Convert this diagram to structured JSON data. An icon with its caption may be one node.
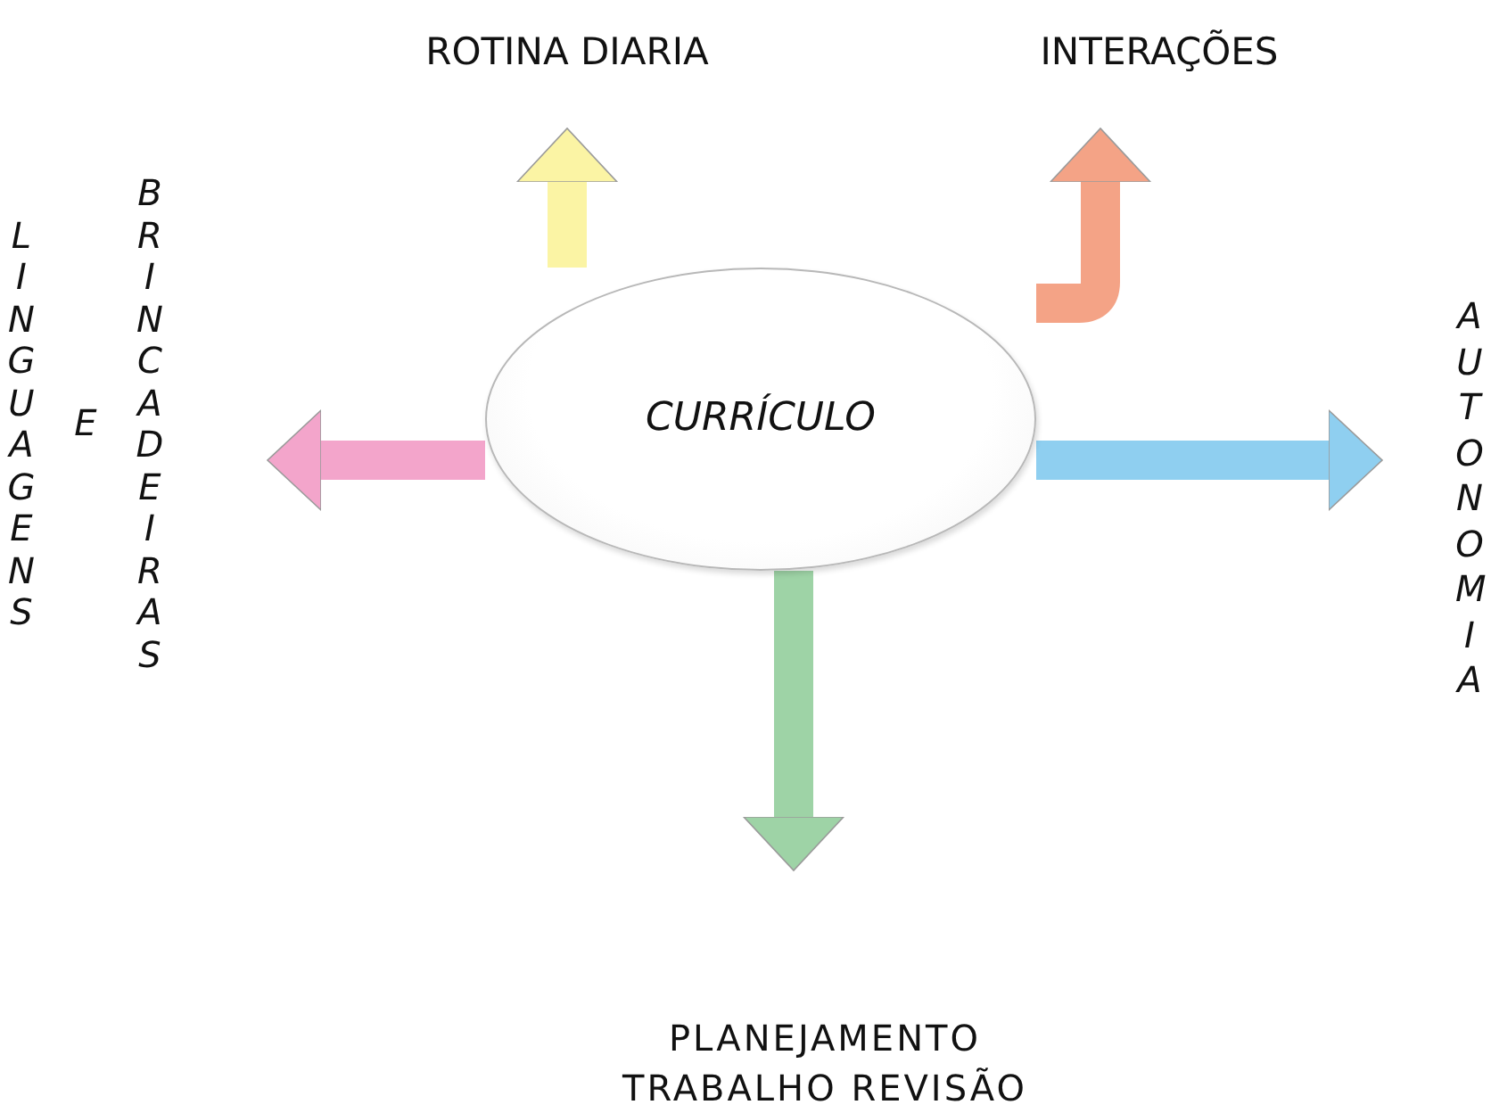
{
  "diagram": {
    "nodes": [
      {
        "text": [
          "CURRÍCULO"
        ]
      },
      {
        "text": [
          "ROTINA DIARIA"
        ]
      },
      {
        "text": [
          "INTERAÇÕES"
        ]
      },
      {
        "text": [
          "AUTONOMIA"
        ]
      },
      {
        "text": [
          "PLANEJAMENTO TRABALHO REVISÃO"
        ]
      },
      {
        "text": [
          "LINGUAGENS E BRINCADEIRAS"
        ]
      }
    ],
    "edges": [
      {
        "from": 0,
        "to": 1,
        "arrow": "to",
        "color": "#fbf4a4"
      },
      {
        "from": 0,
        "to": 2,
        "arrow": "to",
        "color": "#f4a386"
      },
      {
        "from": 0,
        "to": 5,
        "arrow": "to",
        "color": "#f3a5cb"
      },
      {
        "from": 0,
        "to": 3,
        "arrow": "to",
        "color": "#8fcff0"
      },
      {
        "from": 0,
        "to": 4,
        "arrow": "to",
        "color": "#9ed3a6"
      }
    ]
  }
}
